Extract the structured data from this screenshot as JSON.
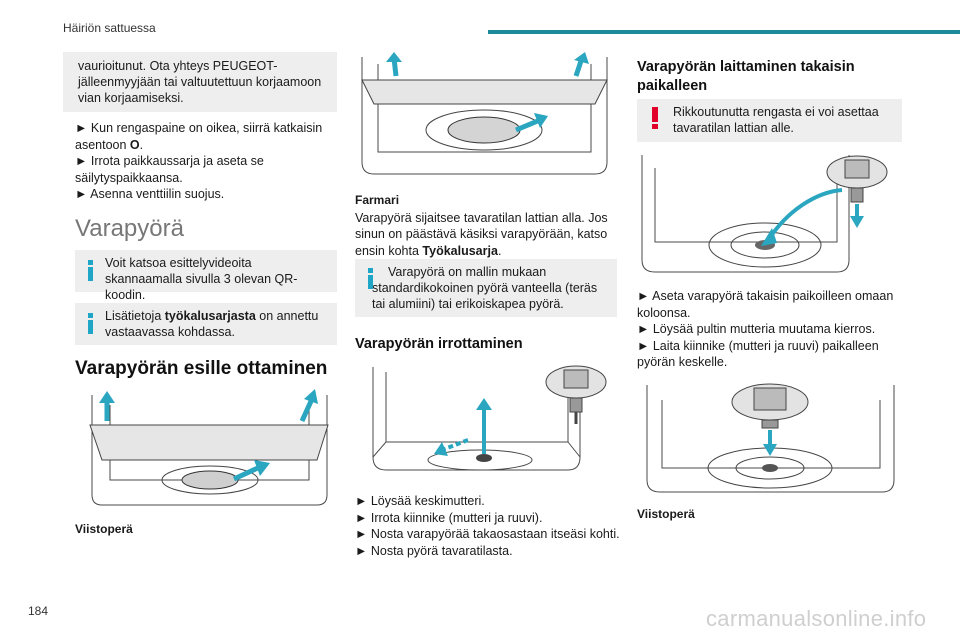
{
  "header": {
    "section": "Häiriön sattuessa"
  },
  "page_number": "184",
  "watermark": "carmanualsonline.info",
  "col1": {
    "box_top": "vaurioitunut. Ota yhteys PEUGEOT-jälleenmyyjään tai valtuutettuun korjaamoon vian korjaamiseksi.",
    "steps": [
      "► Kun rengaspaine on oikea, siirrä katkaisin asentoon ",
      "O",
      "► Irrota paikkaussarja ja aseta se säilytyspaikkaansa.",
      "► Asenna venttiilin suojus."
    ],
    "section_title": "Varapyörä",
    "info1": "Voit katsoa esittelyvideoita skannaamalla sivulla 3 olevan QR-koodin.",
    "info2_pre": "Lisätietoja ",
    "info2_bold": "työkalusarjasta",
    "info2_post": " on annettu vastaavassa kohdassa.",
    "subsection_title": "Varapyörän esille ottaminen",
    "caption": "Viistoperä"
  },
  "col2": {
    "caption_bold": "Farmari",
    "text_pre": "Varapyörä sijaitsee tavaratilan lattian alla. Jos sinun on päästävä käsiksi varapyörään, katso ensin kohta ",
    "text_bold": "Työkalusarja",
    "info": "Varapyörä on mallin mukaan standardikokoinen pyörä vanteella (teräs tai alumiini) tai erikoiskapea pyörä.",
    "title": "Varapyörän irrottaminen",
    "steps": [
      "► Löysää keskimutteri.",
      "► Irrota kiinnike (mutteri ja ruuvi).",
      "► Nosta varapyörää takaosastaan itseäsi kohti.",
      "► Nosta pyörä tavaratilasta."
    ]
  },
  "col3": {
    "title": "Varapyörän laittaminen takaisin paikalleen",
    "warning": "Rikkoutunutta rengasta ei voi asettaa tavaratilan lattian alle.",
    "steps": [
      "► Aseta varapyörä takaisin paikoilleen omaan koloonsa.",
      "► Löysää pultin mutteria muutama kierros.",
      "► Laita kiinnike (mutteri ja ruuvi) paikalleen pyörän keskelle."
    ],
    "caption": "Viistoperä"
  },
  "colors": {
    "accent": "#1d8a99",
    "arrow": "#2aa6c0",
    "info_icon": "#1fa5c6",
    "warning_icon": "#e0002a",
    "box_bg": "#eeeeee"
  }
}
